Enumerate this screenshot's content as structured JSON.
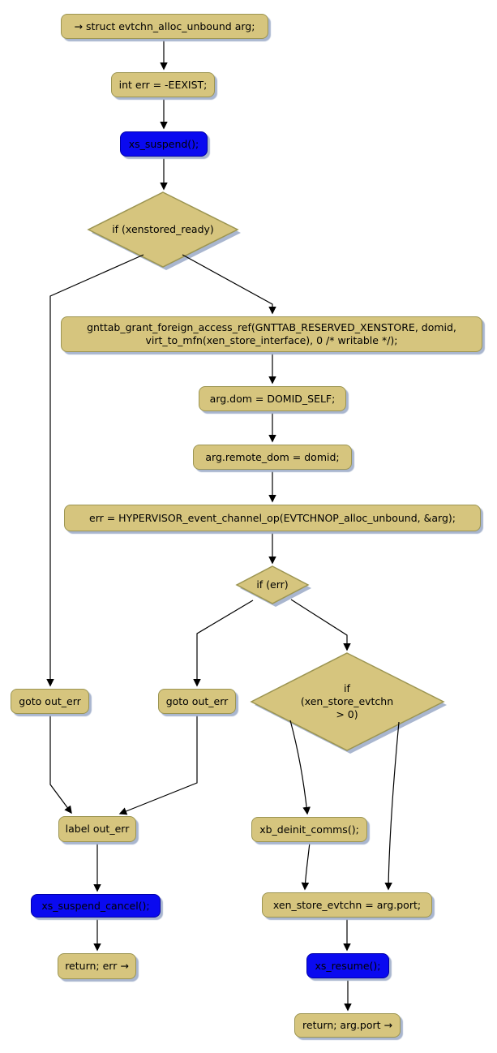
{
  "colors": {
    "background": "#FFFFFF",
    "action_fill": "#D6C57E",
    "action_border": "#9C9552",
    "highlight_fill": "#0A0AF0",
    "highlight_border": "#0000A8",
    "shadow": "#A9B6CF",
    "connector": "#000000",
    "text": "#000000"
  },
  "nodes": {
    "start": {
      "label": "→ struct evtchn_alloc_unbound arg;",
      "type": "action"
    },
    "init_err": {
      "label": "int err = -EEXIST;",
      "type": "action"
    },
    "xs_suspend": {
      "label": "xs_suspend();",
      "type": "highlight"
    },
    "if_xenstored_ready": {
      "label": "if (xenstored_ready)",
      "type": "decision"
    },
    "gnttab_grant": {
      "label": "gnttab_grant_foreign_access_ref(GNTTAB_RESERVED_XENSTORE, domid,\nvirt_to_mfn(xen_store_interface), 0 /* writable */);",
      "type": "action"
    },
    "arg_dom": {
      "label": "arg.dom = DOMID_SELF;",
      "type": "action"
    },
    "arg_remote_dom": {
      "label": "arg.remote_dom = domid;",
      "type": "action"
    },
    "hypervisor_call": {
      "label": "err = HYPERVISOR_event_channel_op(EVTCHNOP_alloc_unbound, &arg);",
      "type": "action"
    },
    "if_err": {
      "label": "if (err)",
      "type": "decision"
    },
    "goto_out_err_left": {
      "label": "goto out_err",
      "type": "action"
    },
    "goto_out_err_mid": {
      "label": "goto out_err",
      "type": "action"
    },
    "if_xen_store_evtchn": {
      "label": "if\n(xen_store_evtchn\n> 0)",
      "type": "decision"
    },
    "label_out_err": {
      "label": "label out_err",
      "type": "action"
    },
    "xb_deinit_comms": {
      "label": "xb_deinit_comms();",
      "type": "action"
    },
    "xs_suspend_cancel": {
      "label": "xs_suspend_cancel();",
      "type": "highlight"
    },
    "xen_store_evtchn_assign": {
      "label": "xen_store_evtchn = arg.port;",
      "type": "action"
    },
    "return_err": {
      "label": "return; err →",
      "type": "action"
    },
    "xs_resume": {
      "label": "xs_resume();",
      "type": "highlight"
    },
    "return_port": {
      "label": "return; arg.port →",
      "type": "action"
    }
  }
}
